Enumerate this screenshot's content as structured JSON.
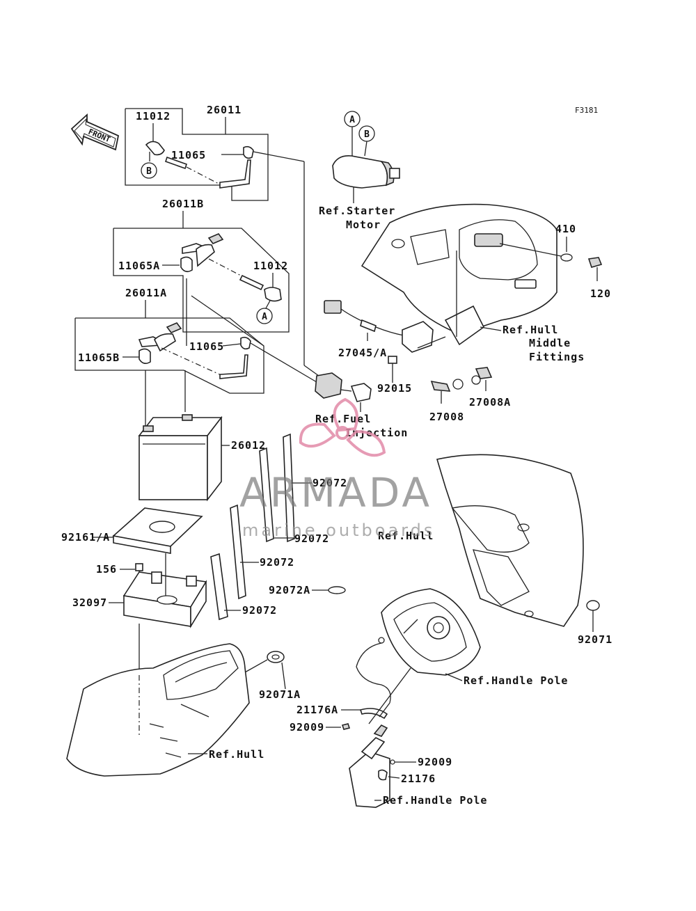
{
  "figure_id": "F3181",
  "front_arrow_label": "FRONT",
  "watermark": {
    "brand": "ARMADA",
    "tagline": "marine outboards",
    "logo_color": "#e28aa8"
  },
  "callouts": {
    "A": "A",
    "B": "B"
  },
  "labels": {
    "p26011": "26011",
    "p11012_top": "11012",
    "p11065_top": "11065",
    "p26011B": "26011B",
    "p11065A": "11065A",
    "p11012_mid": "11012",
    "p26011A": "26011A",
    "p11065_mid": "11065",
    "p11065B": "11065B",
    "p26012": "26012",
    "p92161A": "92161/A",
    "p156": "156",
    "p32097": "32097",
    "p92071A": "92071A",
    "ref_hull_lower": "Ref.Hull",
    "p92072_a": "92072",
    "p92072_b": "92072",
    "p92072_c": "92072",
    "p92072_d": "92072",
    "p92072A": "92072A",
    "ref_fuel_1": "Ref.Fuel",
    "ref_fuel_2": "Injection",
    "ref_starter_1": "Ref.Starter",
    "ref_starter_2": "Motor",
    "p410": "410",
    "p120": "120",
    "ref_hull_mid_1": "Ref.Hull",
    "ref_hull_mid_2": "Middle",
    "ref_hull_mid_3": "Fittings",
    "p27045A": "27045/A",
    "p92015": "92015",
    "p27008": "27008",
    "p27008A": "27008A",
    "ref_hull_right": "Ref.Hull",
    "p92071": "92071",
    "ref_handle_1": "Ref.Handle Pole",
    "p21176A": "21176A",
    "p92009_a": "92009",
    "p92009_b": "92009",
    "p21176": "21176",
    "ref_handle_2": "Ref.Handle Pole"
  }
}
